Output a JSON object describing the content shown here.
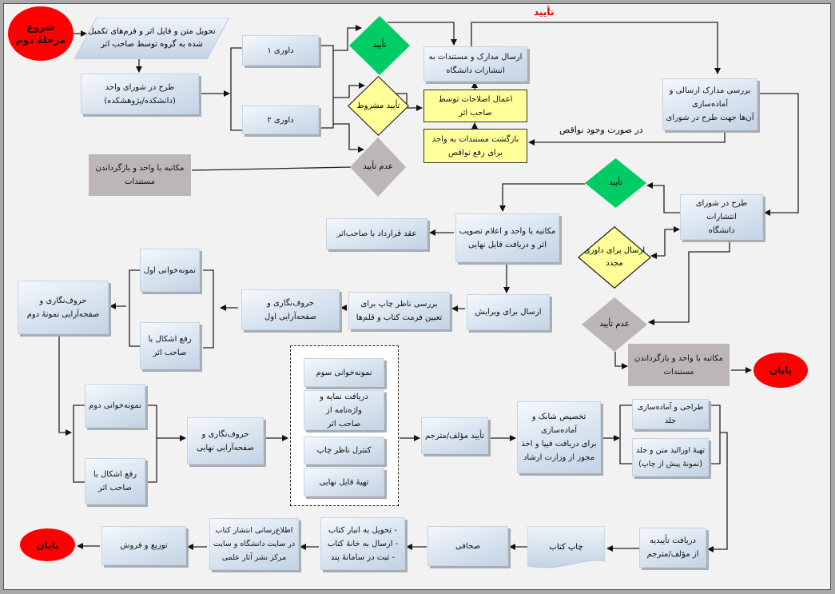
{
  "colors": {
    "start_end": "#ff0000",
    "approve": "#00cc66",
    "conditional": "#ffff99",
    "reject": "#bcb6b6",
    "box": "#d7e3ef"
  },
  "nodes": {
    "start": "شروع\nمرحلهٔ دوم",
    "deliver_text": "تحویل متن و فایل اثر و فرم‌های تکمیل\nشده به گروه توسط صاحب اثر",
    "unit_council": "طرح در شورای واحد\n(دانشکده/پژوهشکده)",
    "review1": "داوری ۱",
    "review2": "داوری ۲",
    "approve1": "تأیید",
    "conditional1": "تأیید مشروط",
    "reject1": "عدم تأیید",
    "reject_letter1": "مکاتبه با واحد و بازگرداندن\nمستندات",
    "send_docs": "ارسال مدارک و مستندات به\nانتشارات دانشگاه",
    "apply_corrections": "اعمال اصلاحات توسط\nصاحب اثر",
    "return_docs": "بازگشت مستندات به واحد\nبرای رفع نواقص",
    "check_docs": "بررسی مدارک ارسالی و آماده‌سازی\nآن‌ها جهت طرح در شورای",
    "pub_council": "طرح در شورای انتشارات\nدانشگاه",
    "approve2": "تأیید",
    "re_review": "ارسال برای داوری\nمجدد",
    "reject2": "عدم تأیید",
    "reject_letter2": "مکاتبه با واحد و بازگرداندن\nمستندات",
    "end1": "پایان",
    "approval_letter": "مکاتبه با واحد و اعلام تصویب\nاثر و دریافت فایل نهایی",
    "contract": "عقد قرارداد  با صاحب‌اثر",
    "send_edit": "ارسال برای ویرایش",
    "print_supervisor": "بررسی ناظر چاپ برای\nتعیین فرمت کتاب و قلم‌ها",
    "typeset1": "حروف‌نگاری و\nصفحه‌آرایی اول",
    "proof1": "نمونه‌خوانی اول",
    "fix1": "رفع اشکال با\nصاحب اثر",
    "typeset2": "حروف‌نگاری و\nصفحه‌آرایی نمونهٔ دوم",
    "proof2": "نمونه‌خوانی دوم",
    "fix2": "رفع اشکال با\nصاحب اثر",
    "typeset_final": "حروف‌نگاری و\nصفحه‌آرایی نهایی",
    "proof3": "نمونه‌خوانی سوم",
    "index": "دریافت نمایه و واژه‌نامه از\nصاحب اثر",
    "print_control": "کنترل ناظر چاپ",
    "final_file": "تهیهٔ فایل نهایی",
    "author_approval": "تأیید مؤلف/مترجم",
    "isbn": "تخصیص شابک و آماده‌سازی\nبرای دریافت فیپا و اخذ\nمجوز از وزارت ارشاد",
    "cover": "طراحی و آماده‌سازی جلد",
    "ozalid": "تهیهٔ اوزالید متن و جلد\n(نمونهٔ پیش از چاپ)",
    "receive_approval": "دریافت تأییدیه\nاز مؤلف/مترجم",
    "print_book": "چاپ کتاب",
    "binding": "صحافی",
    "warehouse": "- تحویل به انبار کتاب\n- ارسال به خانهٔ کتاب\n- ثبت در سامانهٔ پند",
    "announce": "اطلاع‌رسانی انتشار کتاب\nدر سایت دانشگاه و سایت\nمرکز نشر آثار علمی",
    "distribute": "توزیع و فروش",
    "end2": "پایان"
  },
  "labels": {
    "approve_top": "تأیید",
    "if_defects": "در صورت وجود نواقص"
  }
}
